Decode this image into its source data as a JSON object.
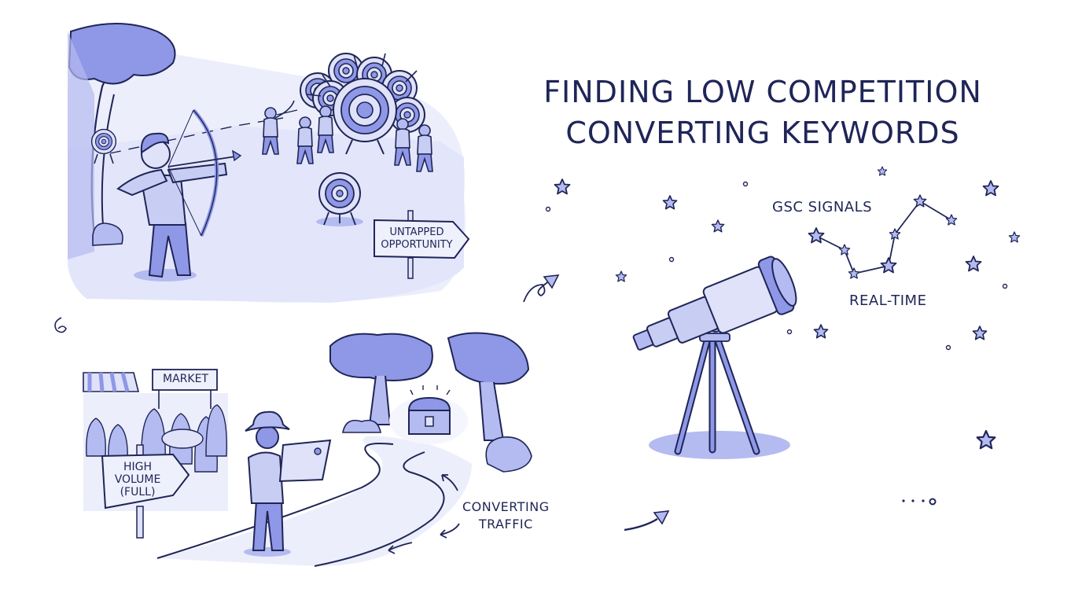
{
  "title": {
    "line1": "FINDING LOW COMPETITION",
    "line2": "CONVERTING KEYWORDS"
  },
  "scenes": {
    "archery": {
      "sign_label_line1": "UNTAPPED",
      "sign_label_line2": "OPPORTUNITY"
    },
    "market": {
      "banner_label": "MARKET",
      "sign_label_line1": "HIGH",
      "sign_label_line2": "VOLUME",
      "sign_label_line3": "(FULL)"
    },
    "treasure_path": {
      "label_line1": "CONVERTING",
      "label_line2": "TRAFFIC"
    },
    "telescope": {
      "label_signals": "GSC SIGNALS",
      "label_realtime": "REAL-TIME"
    }
  },
  "colors": {
    "ink": "#1f2557",
    "fill_light": "#dfe2f8",
    "fill_mid": "#b4bbf0",
    "fill_dark": "#8f98e6",
    "background": "#ffffff"
  }
}
